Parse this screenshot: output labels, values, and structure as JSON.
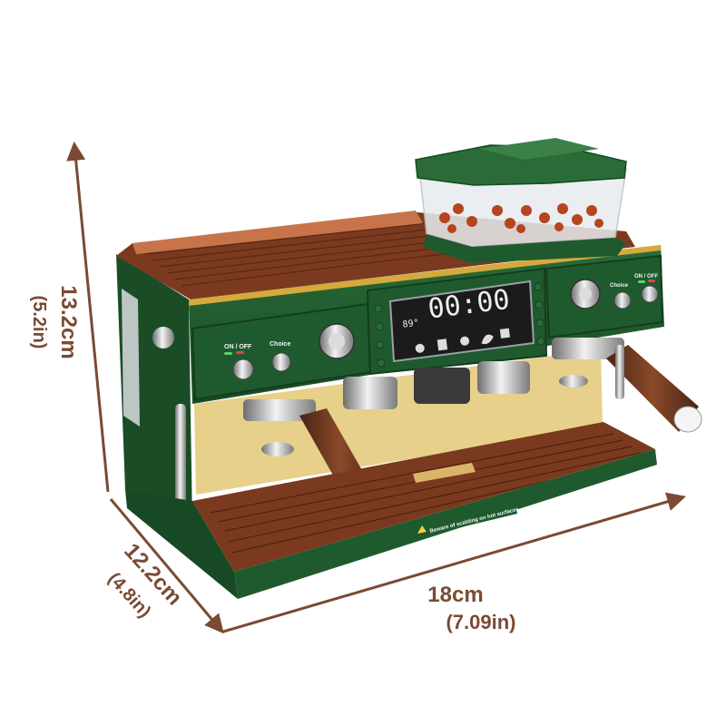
{
  "dimensions": {
    "height_cm": "13.2cm",
    "height_in": "(5.2in)",
    "depth_cm": "12.2cm",
    "depth_in": "(4.8in)",
    "width_cm": "18cm",
    "width_in": "(7.09in)"
  },
  "machine": {
    "left_panel": {
      "power_label": "ON / OFF",
      "choice_label": "Choice"
    },
    "right_panel": {
      "power_label": "ON / OFF",
      "choice_label": "Choice"
    },
    "display": {
      "time": "00:00",
      "temperature": "89°"
    },
    "warning_text": "Beware of scalding on hot surfaces"
  },
  "colors": {
    "dimension_arrow": "#7a4a33",
    "body_green": "#1f5a2e",
    "top_wood": "#7b3a1f",
    "back_wall": "#e7d08a",
    "display_bg": "#1b1b1b"
  }
}
